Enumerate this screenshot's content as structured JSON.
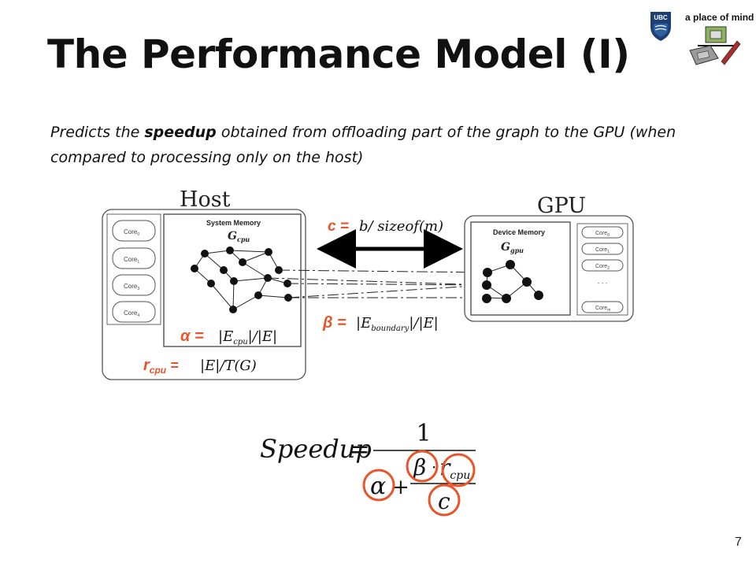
{
  "header": {
    "logo_text": "a place of mind",
    "logo_badge": "UBC"
  },
  "title": "The Performance Model (I)",
  "subtitle": {
    "before": "Predicts the ",
    "bold": "speedup",
    "after": " obtained from offloading part of the graph to the GPU (when compared to processing only on the host)"
  },
  "diagram": {
    "host_label": "Host",
    "gpu_label": "GPU",
    "host_memory_label": "System Memory",
    "gpu_memory_label": "Device Memory",
    "g_cpu": "G",
    "g_cpu_sub": "cpu",
    "g_gpu": "G",
    "g_gpu_sub": "gpu",
    "host_cores": [
      {
        "name": "Core",
        "sub": "0"
      },
      {
        "name": "Core",
        "sub": "1"
      },
      {
        "name": "Core",
        "sub": "3"
      },
      {
        "name": "Core",
        "sub": "4"
      }
    ],
    "gpu_cores": [
      {
        "name": "Core",
        "sub": "0"
      },
      {
        "name": "Core",
        "sub": "1"
      },
      {
        "name": "Core",
        "sub": "2"
      },
      {
        "name": "Core",
        "sub": "m"
      }
    ],
    "gpu_cores_ellipsis": ".\n.\n.",
    "c_label": "c =",
    "c_formula": "b/ sizeof(m)",
    "beta_label": "β =",
    "beta_formula": {
      "pre": "|E",
      "sub": "boundary",
      "post": "|/|E|"
    },
    "alpha_label": "α =",
    "alpha_formula": {
      "pre": "|E",
      "sub": "cpu",
      "post": "|/|E|"
    },
    "r_label": {
      "main": "r",
      "sub": "cpu",
      "eq": " ="
    },
    "r_formula": "|E|/T(G)"
  },
  "equation": {
    "lhs": "Speedup",
    "equals": "=",
    "numerator": "1",
    "alpha": "α",
    "plus": "+",
    "beta": "β",
    "dot": "·",
    "r": "r",
    "r_sub": "cpu",
    "c": "c"
  },
  "slide_number": "7",
  "colors": {
    "accent": "#e8552a",
    "text": "#111111"
  }
}
